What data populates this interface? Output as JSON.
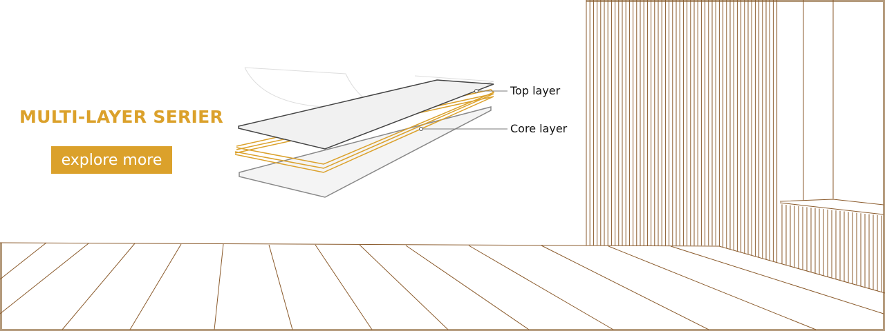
{
  "hero": {
    "title": "MULTI-LAYER SERIER",
    "button_label": "explore more"
  },
  "diagram": {
    "labels": {
      "top": "Top layer",
      "core": "Core layer"
    }
  },
  "colors": {
    "accent": "#dba12b",
    "line": "#8a5a2b",
    "frame": "#b49a7c"
  }
}
